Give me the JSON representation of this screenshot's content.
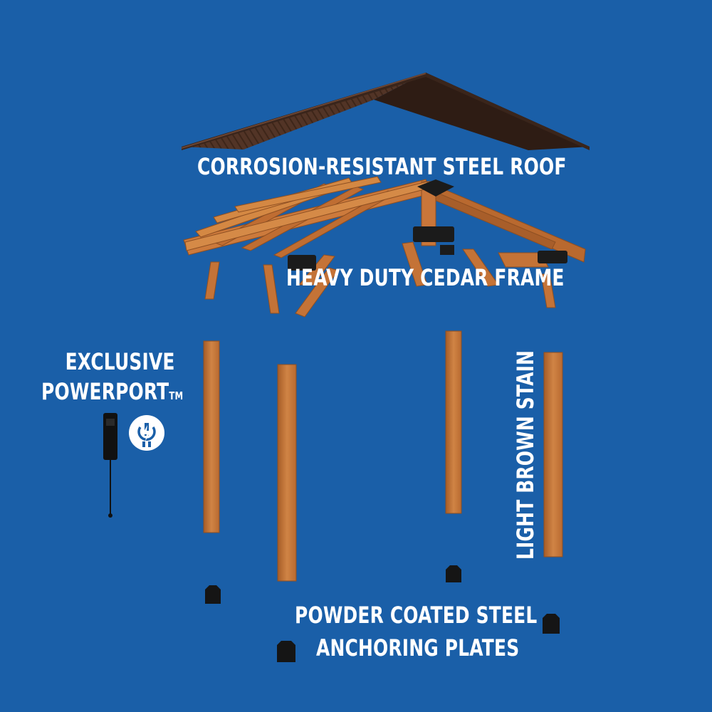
{
  "background_color": "#1a5fa8",
  "labels": {
    "roof": "CORROSION-RESISTANT STEEL ROOF",
    "frame": "HEAVY DUTY CEDAR FRAME",
    "powerport_line1": "EXCLUSIVE",
    "powerport_line2": "POWERPORT",
    "powerport_tm": "TM",
    "stain": "LIGHT BROWN STAIN",
    "plates_line1": "POWDER COATED STEEL",
    "plates_line2": "ANCHORING PLATES"
  },
  "icons": {
    "power": "power-plug-icon"
  },
  "colors": {
    "roof": "#4a2f22",
    "cedar": "#c9763a",
    "bracket": "#1b1b1b",
    "text": "#ffffff"
  }
}
